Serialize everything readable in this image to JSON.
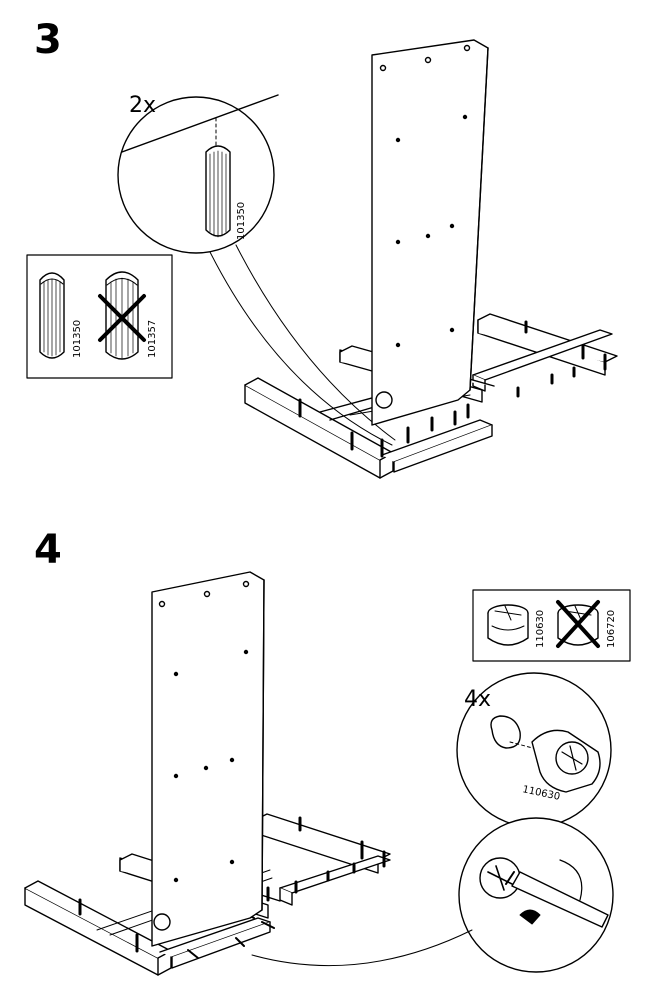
{
  "steps": [
    {
      "number": "3",
      "quantity": "2x",
      "part_number": "101350",
      "legend": {
        "correct_part": "101350",
        "wrong_part": "101357"
      }
    },
    {
      "number": "4",
      "quantity": "4x",
      "part_number": "110630",
      "legend": {
        "correct_part": "110630",
        "wrong_part": "106720"
      }
    }
  ]
}
